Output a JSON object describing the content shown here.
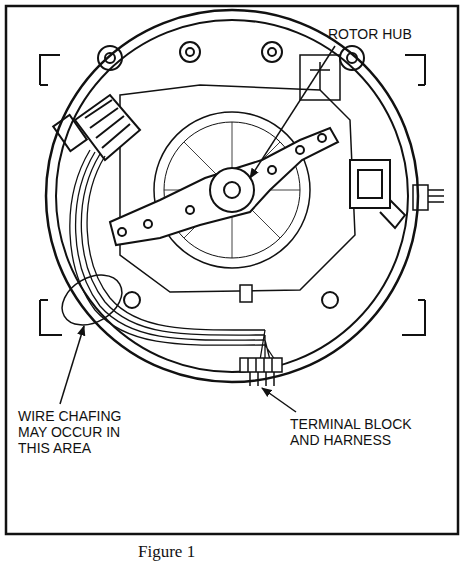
{
  "diagram": {
    "caption": "Figure 1",
    "labels": [
      "ROTOR HUB",
      "WIRE CHAFING MAY OCCUR IN THIS AREA",
      "TERMINAL BLOCK AND HARNESS"
    ]
  }
}
